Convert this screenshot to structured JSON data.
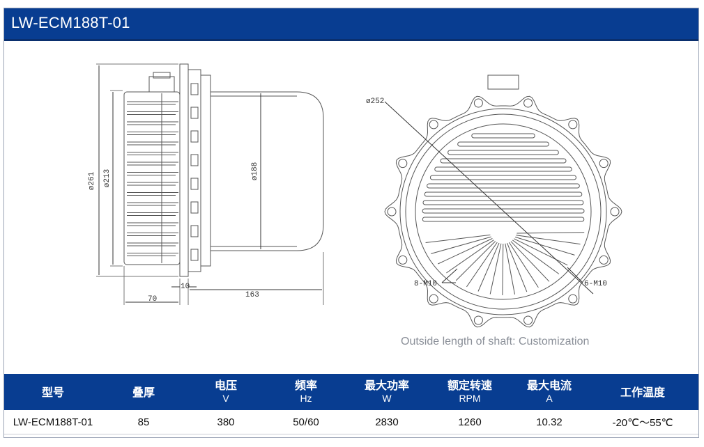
{
  "title": "LW-ECM188T-01",
  "drawing": {
    "side_view": {
      "dim_overall_dia": "ø261",
      "dim_inner_dia": "ø213",
      "dim_body_dia": "ø188",
      "dim_flange_thickness": "10",
      "dim_rear_length": "70",
      "dim_body_length": "163"
    },
    "front_view": {
      "dim_bolt_circle": "ø252",
      "label_holes_a": "8-M10",
      "label_holes_b": "6-M10"
    }
  },
  "note": "Outside length of shaft: Customization",
  "table": {
    "headers": [
      {
        "label": "型号",
        "unit": ""
      },
      {
        "label": "叠厚",
        "unit": ""
      },
      {
        "label": "电压",
        "unit": "V"
      },
      {
        "label": "频率",
        "unit": "Hz"
      },
      {
        "label": "最大功率",
        "unit": "W"
      },
      {
        "label": "额定转速",
        "unit": "RPM"
      },
      {
        "label": "最大电流",
        "unit": "A"
      },
      {
        "label": "工作温度",
        "unit": ""
      }
    ],
    "rows": [
      [
        "LW-ECM188T-01",
        "85",
        "380",
        "50/60",
        "2830",
        "1260",
        "10.32",
        "-20℃～55℃"
      ]
    ]
  },
  "colors": {
    "header_blue": "#083d91",
    "line": "#555555"
  }
}
